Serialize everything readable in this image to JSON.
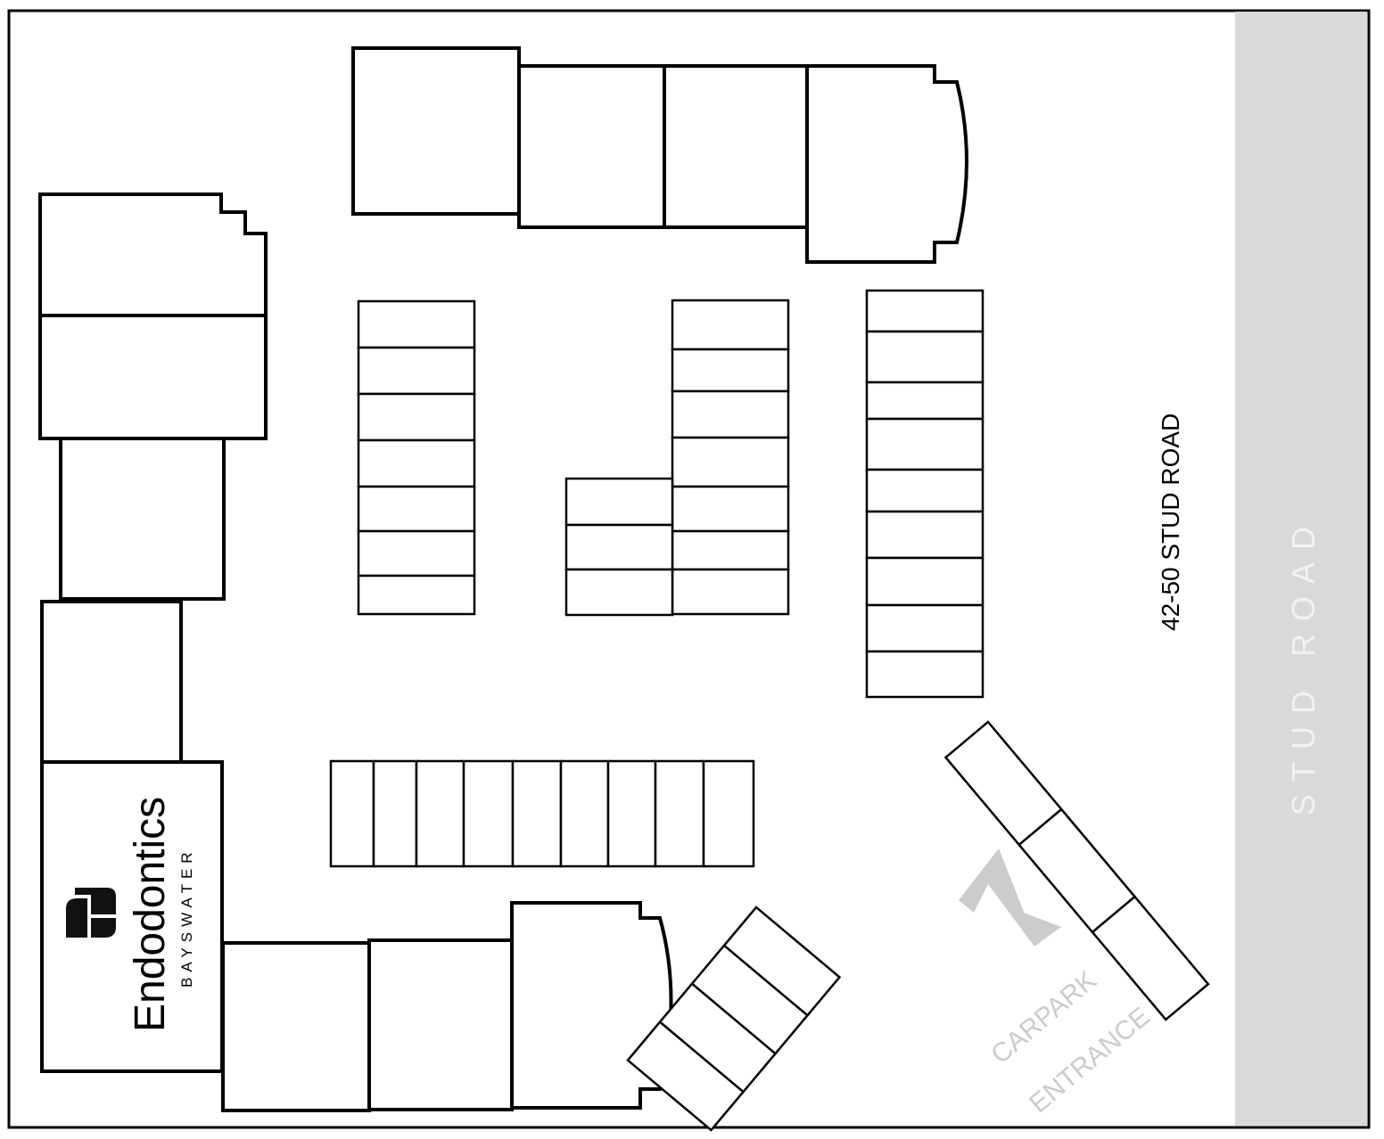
{
  "road": {
    "label": "STUD ROAD",
    "color": "#d9d9d9",
    "text_color": "#f2f2f2"
  },
  "address": {
    "label": "42-50 STUD ROAD"
  },
  "clinic": {
    "name": "Endodontics",
    "subtitle": "BAYSWATER"
  },
  "entrance": {
    "line1": "CARPARK",
    "line2": "ENTRANCE",
    "color": "#cccccc"
  },
  "legend_colors": {
    "highlight_bay": "#ffff55",
    "reserved_bay": "#f2c14e"
  }
}
